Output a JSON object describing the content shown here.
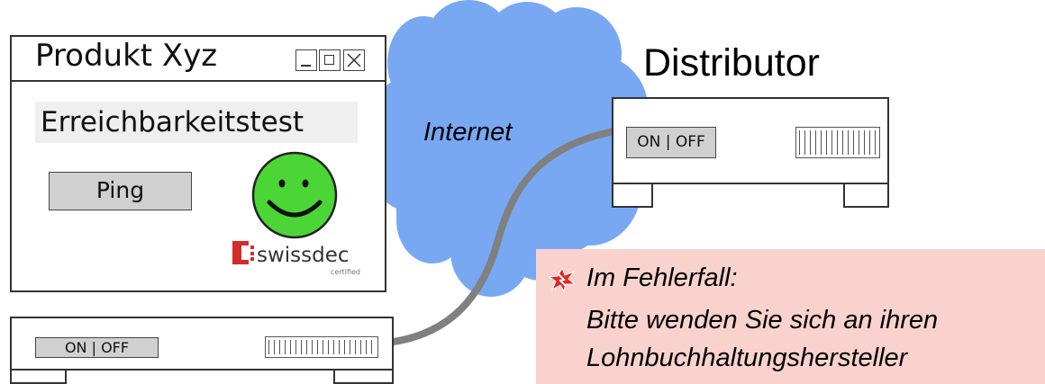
{
  "window": {
    "title": "Produkt Xyz",
    "heading": "Erreichbarkeitstest",
    "ping_button": "Ping",
    "status_icon": "smiley-face-icon",
    "status_color": "#4cd635",
    "brand": {
      "name": "swissdec",
      "tagline": "certified",
      "logo_color": "#d42b2b"
    }
  },
  "cloud": {
    "label": "Internet",
    "color": "#78a8f2"
  },
  "distributor": {
    "label": "Distributor",
    "power_label": "ON | OFF"
  },
  "local_device": {
    "power_label": "ON | OFF"
  },
  "error_note": {
    "icon": "error-burst-icon",
    "title": "Im Fehlerfall:",
    "lines": [
      "Bitte wenden Sie sich an ihren",
      "Lohnbuchhaltungshersteller"
    ],
    "background": "#f9d2ce"
  }
}
